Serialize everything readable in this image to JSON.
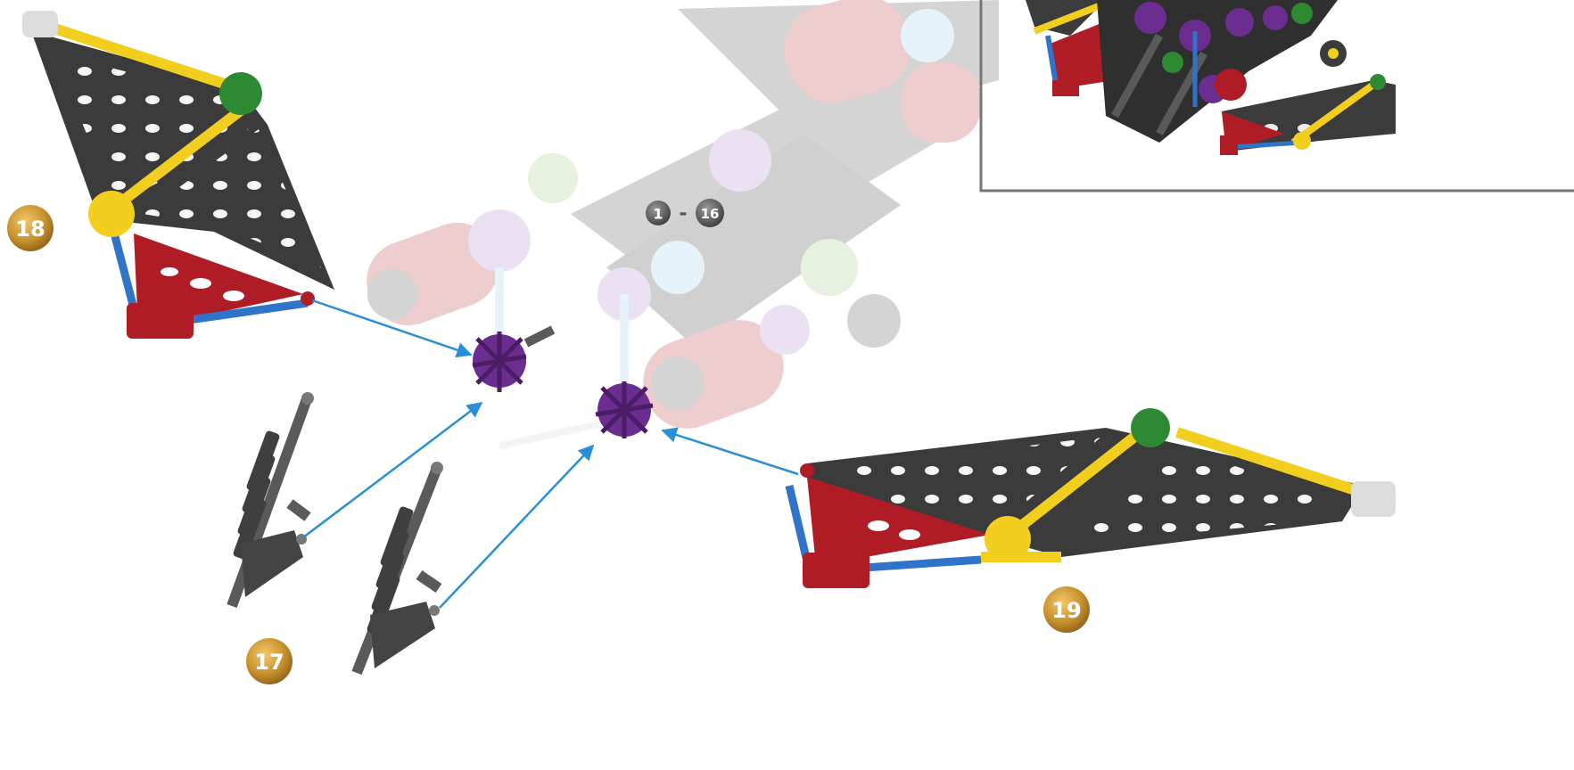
{
  "steps": {
    "step_17": "17",
    "step_18": "18",
    "step_19": "19"
  },
  "range_label": {
    "from": "1",
    "separator": "-",
    "to": "16"
  },
  "colors": {
    "step_badge": "#c8922e",
    "arrow": "#2b8fd6",
    "plate_dark": "#3b3b3b",
    "plate_red": "#b01c26",
    "rod_yellow": "#f2cf1e",
    "rod_blue": "#2f74c8",
    "connector_green": "#2d8a33",
    "connector_purple": "#6b2d8f",
    "connector_white": "#dcdcdc",
    "rod_grey": "#5a5a5a",
    "inset_frame": "#777777"
  }
}
